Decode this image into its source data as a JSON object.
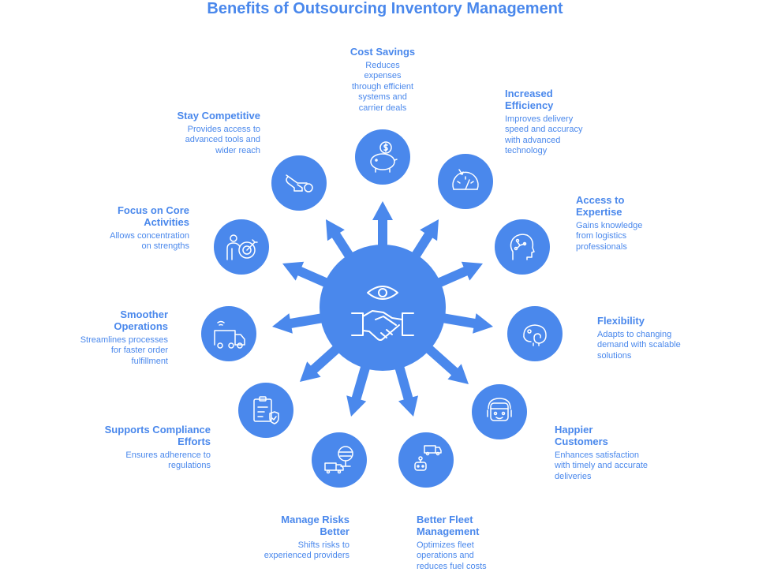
{
  "title": "Benefits of Outsourcing Inventory Management",
  "colors": {
    "primary": "#4a88ec",
    "icon_stroke": "#ffffff",
    "background": "#ffffff"
  },
  "center": {
    "icons": [
      "eye-icon",
      "handshake-icon"
    ]
  },
  "benefits": [
    {
      "id": "cost-savings",
      "icon": "piggy-bank-icon",
      "heading": "Cost Savings",
      "description": "Reduces expenses through efficient systems and carrier deals"
    },
    {
      "id": "increased-efficiency",
      "icon": "speedometer-icon",
      "heading": "Increased Efficiency",
      "description": "Improves delivery speed and accuracy with advanced technology"
    },
    {
      "id": "access-to-expertise",
      "icon": "brain-head-icon",
      "heading": "Access to Expertise",
      "description": "Gains knowledge from logistics professionals"
    },
    {
      "id": "flexibility",
      "icon": "chameleon-icon",
      "heading": "Flexibility",
      "description": "Adapts to changing demand with scalable solutions"
    },
    {
      "id": "happier-customers",
      "icon": "customer-service-icon",
      "heading": "Happier Customers",
      "description": "Enhances satisfaction with timely and accurate deliveries"
    },
    {
      "id": "better-fleet-management",
      "icon": "fleet-truck-icon",
      "heading": "Better Fleet Management",
      "description": "Optimizes fleet operations and reduces fuel costs"
    },
    {
      "id": "manage-risks-better",
      "icon": "delivery-worker-icon",
      "heading": "Manage Risks Better",
      "description": "Shifts risks to experienced providers"
    },
    {
      "id": "supports-compliance",
      "icon": "compliance-clipboard-icon",
      "heading": "Supports Compliance Efforts",
      "description": "Ensures adherence to regulations"
    },
    {
      "id": "smoother-operations",
      "icon": "delivery-van-icon",
      "heading": "Smoother Operations",
      "description": "Streamlines processes for faster order fulfillment"
    },
    {
      "id": "focus-on-core",
      "icon": "target-person-icon",
      "heading": "Focus on Core Activities",
      "description": "Allows concentration on strengths"
    },
    {
      "id": "stay-competitive",
      "icon": "sprinter-icon",
      "heading": "Stay Competitive",
      "description": "Provides access to advanced tools and wider reach"
    }
  ]
}
